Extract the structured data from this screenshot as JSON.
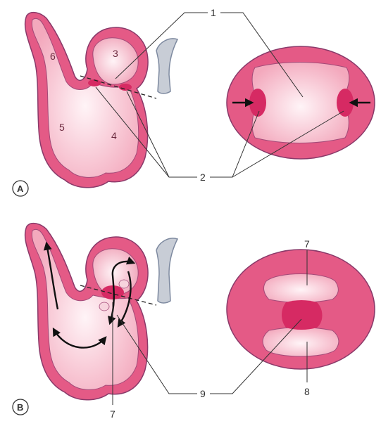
{
  "panels": [
    {
      "label": "A"
    },
    {
      "label": "B"
    }
  ],
  "labels": {
    "l1": "1",
    "l2": "2",
    "l3": "3",
    "l4": "4",
    "l5": "5",
    "l6": "6",
    "l7_top": "7",
    "l7_bottom": "7",
    "l8": "8",
    "l9": "9"
  },
  "colors": {
    "outer_wall": "#e45a86",
    "inner_fill": "#f7c6d3",
    "cushion": "#d62a63",
    "vessel": "#c8cdd6"
  }
}
